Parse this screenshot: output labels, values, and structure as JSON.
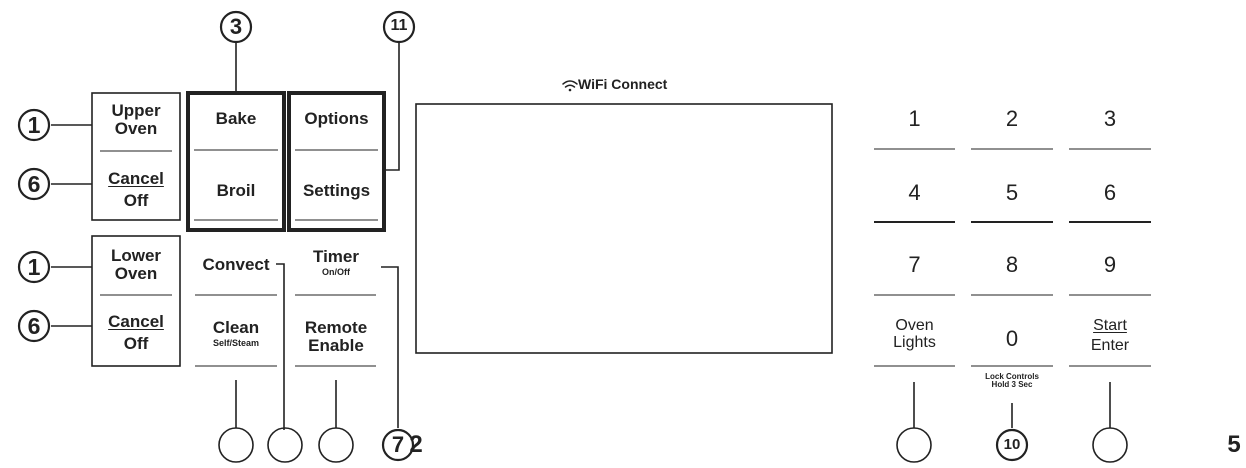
{
  "callouts": {
    "c1_top": "1",
    "c6_top": "6",
    "c1_bottom": "1",
    "c6_bottom": "6",
    "c3": "3",
    "c11": "11",
    "c7": "7",
    "c10": "10"
  },
  "left_panel": {
    "upper_oven": [
      "Upper",
      "Oven"
    ],
    "cancel_off_top": [
      "Cancel",
      "Off"
    ],
    "lower_oven": [
      "Lower",
      "Oven"
    ],
    "cancel_off_bottom": [
      "Cancel",
      "Off"
    ],
    "bake": "Bake",
    "broil": "Broil",
    "options": "Options",
    "settings": "Settings",
    "convect": "Convect",
    "timer": "Timer",
    "timer_sub": "On/Off",
    "clean": "Clean",
    "clean_sub": "Self/Steam",
    "remote": [
      "Remote",
      "Enable"
    ]
  },
  "display": {
    "wifi_label": "WiFi Connect"
  },
  "keypad": {
    "digits": [
      "1",
      "2",
      "3",
      "4",
      "5",
      "6",
      "7",
      "8",
      "9"
    ],
    "oven_lights": [
      "Oven",
      "Lights"
    ],
    "zero": "0",
    "start_enter": [
      "Start",
      "Enter"
    ],
    "lock_note": [
      "Lock Controls",
      "Hold 3 Sec"
    ]
  },
  "page_numbers": {
    "center": "2",
    "right": "5"
  }
}
